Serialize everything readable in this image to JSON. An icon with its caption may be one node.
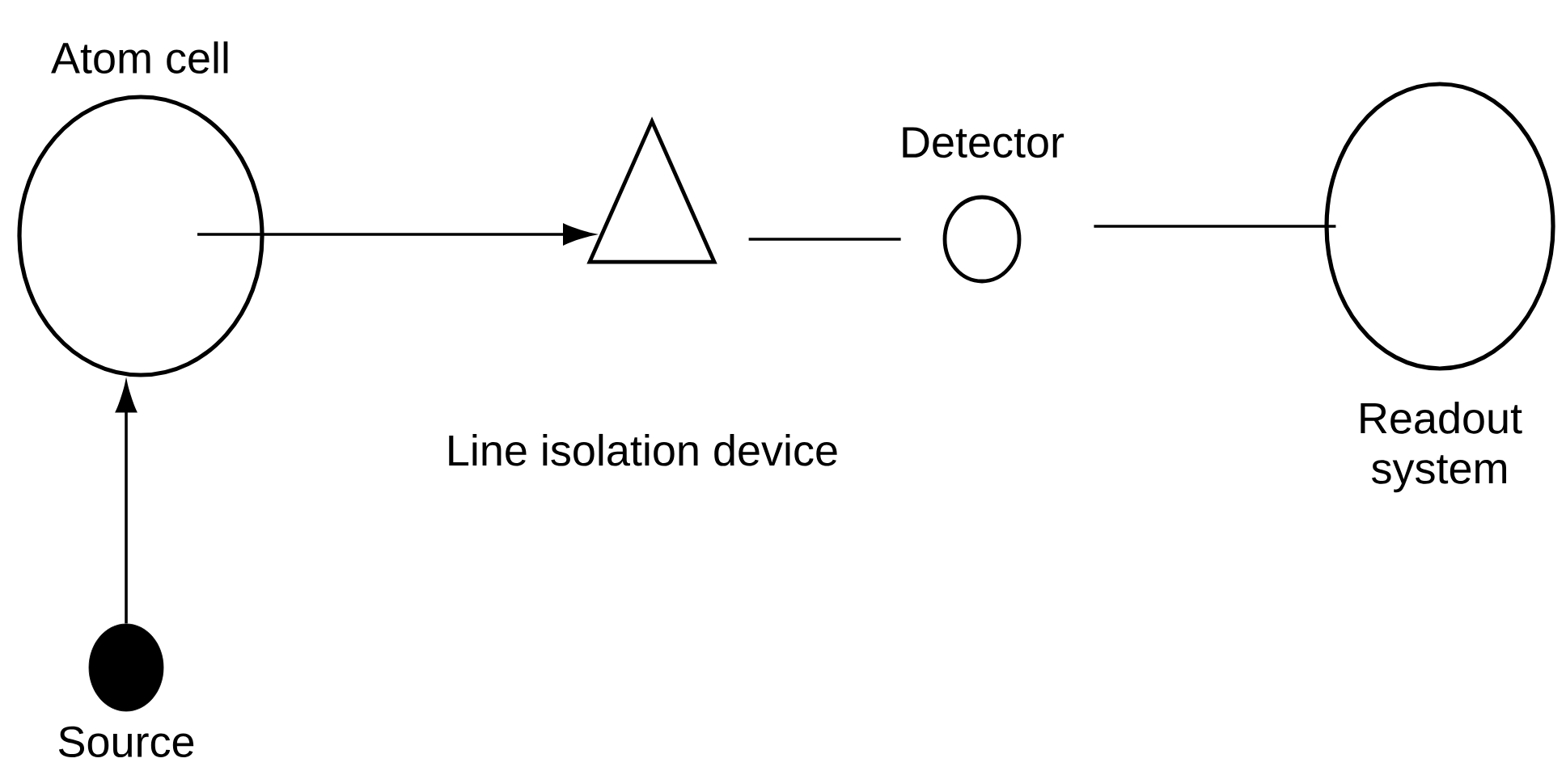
{
  "diagram": {
    "nodes": [
      {
        "text": [
          "Atom cell"
        ]
      },
      {
        "text": [
          "Source"
        ]
      },
      {
        "text": [
          "Line isolation device"
        ]
      },
      {
        "text": [
          "Detector"
        ]
      },
      {
        "text": [
          "Readout system"
        ]
      }
    ],
    "edges": [
      {
        "from": 1,
        "to": 0,
        "arrow": "to"
      },
      {
        "from": 0,
        "to": 2,
        "arrow": "to"
      },
      {
        "from": 2,
        "to": 3,
        "arrow": "none"
      },
      {
        "from": 3,
        "to": 4,
        "arrow": "none"
      }
    ]
  }
}
